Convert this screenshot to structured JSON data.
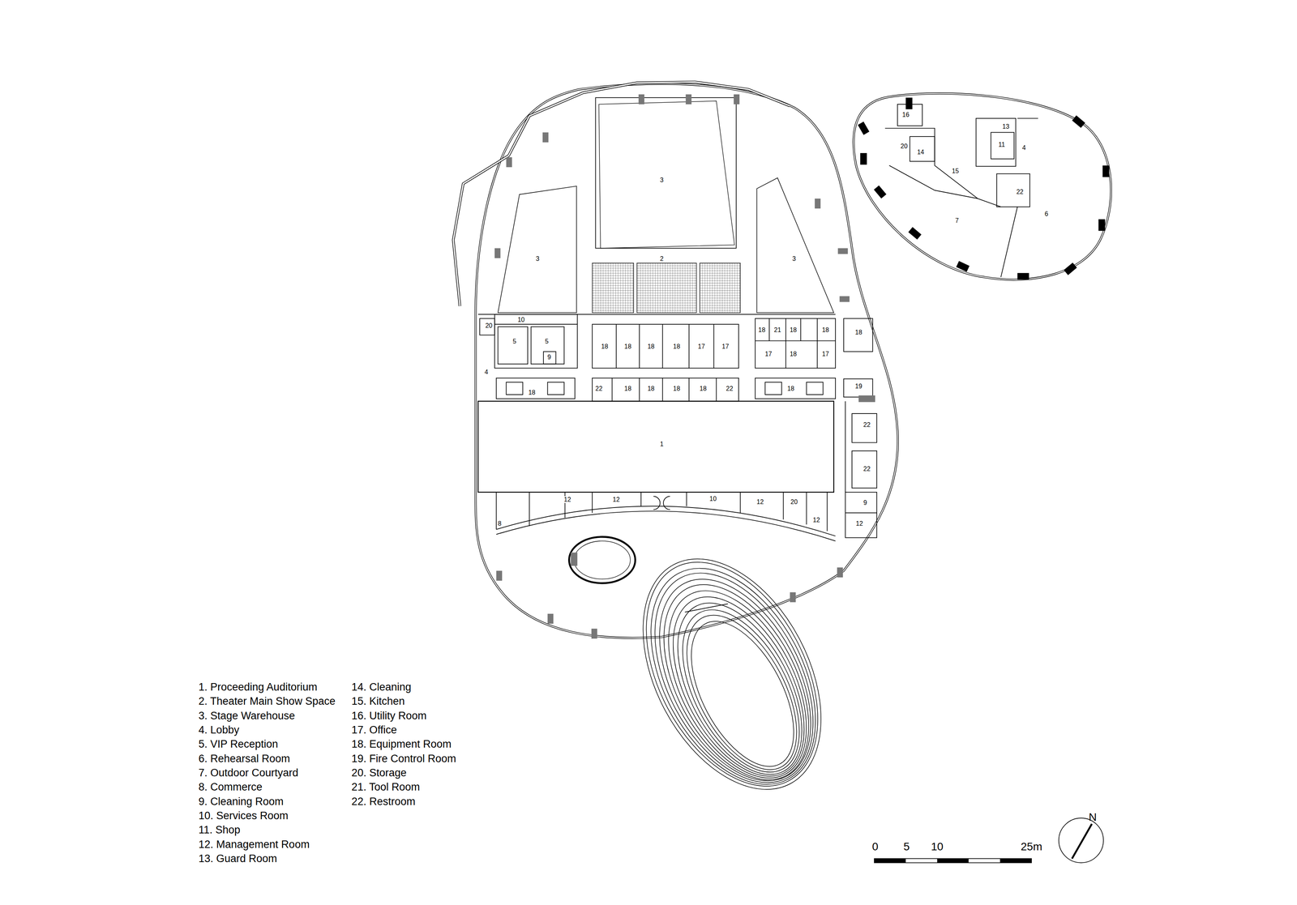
{
  "diagram": {
    "labels": [
      "3",
      "3",
      "2",
      "3",
      "10",
      "20",
      "5",
      "5",
      "18",
      "18",
      "18",
      "18",
      "17",
      "17",
      "18",
      "21",
      "18",
      "18",
      "18",
      "17",
      "18",
      "17",
      "9",
      "4",
      "18",
      "22",
      "18",
      "18",
      "18",
      "18",
      "22",
      "18",
      "19",
      "22",
      "1",
      "22",
      "12",
      "12",
      "10",
      "12",
      "20",
      "9",
      "12",
      "8",
      "12",
      "16",
      "13",
      "11",
      "4",
      "20",
      "14",
      "15",
      "22",
      "6",
      "7",
      "0",
      "5",
      "10",
      "25m",
      "N"
    ],
    "legend": [
      {
        "text": "1. Proceeding Auditorium"
      },
      {
        "text": "2. Theater Main Show Space"
      },
      {
        "text": "3. Stage Warehouse"
      },
      {
        "text": "4. Lobby"
      },
      {
        "text": "5. VIP Reception"
      },
      {
        "text": "6. Rehearsal Room"
      },
      {
        "text": "7. Outdoor Courtyard"
      },
      {
        "text": "8. Commerce"
      },
      {
        "text": "9. Cleaning Room"
      },
      {
        "text": "10. Services Room"
      },
      {
        "text": "11. Shop"
      },
      {
        "text": "12. Management Room"
      },
      {
        "text": "13. Guard Room"
      },
      {
        "text": "14. Cleaning"
      },
      {
        "text": "15. Kitchen"
      },
      {
        "text": "16. Utility Room"
      },
      {
        "text": "17. Office"
      },
      {
        "text": "18. Equipment Room"
      },
      {
        "text": "19. Fire Control Room"
      },
      {
        "text": "20. Storage"
      },
      {
        "text": "21. Tool Room"
      },
      {
        "text": "22. Restroom"
      }
    ]
  }
}
